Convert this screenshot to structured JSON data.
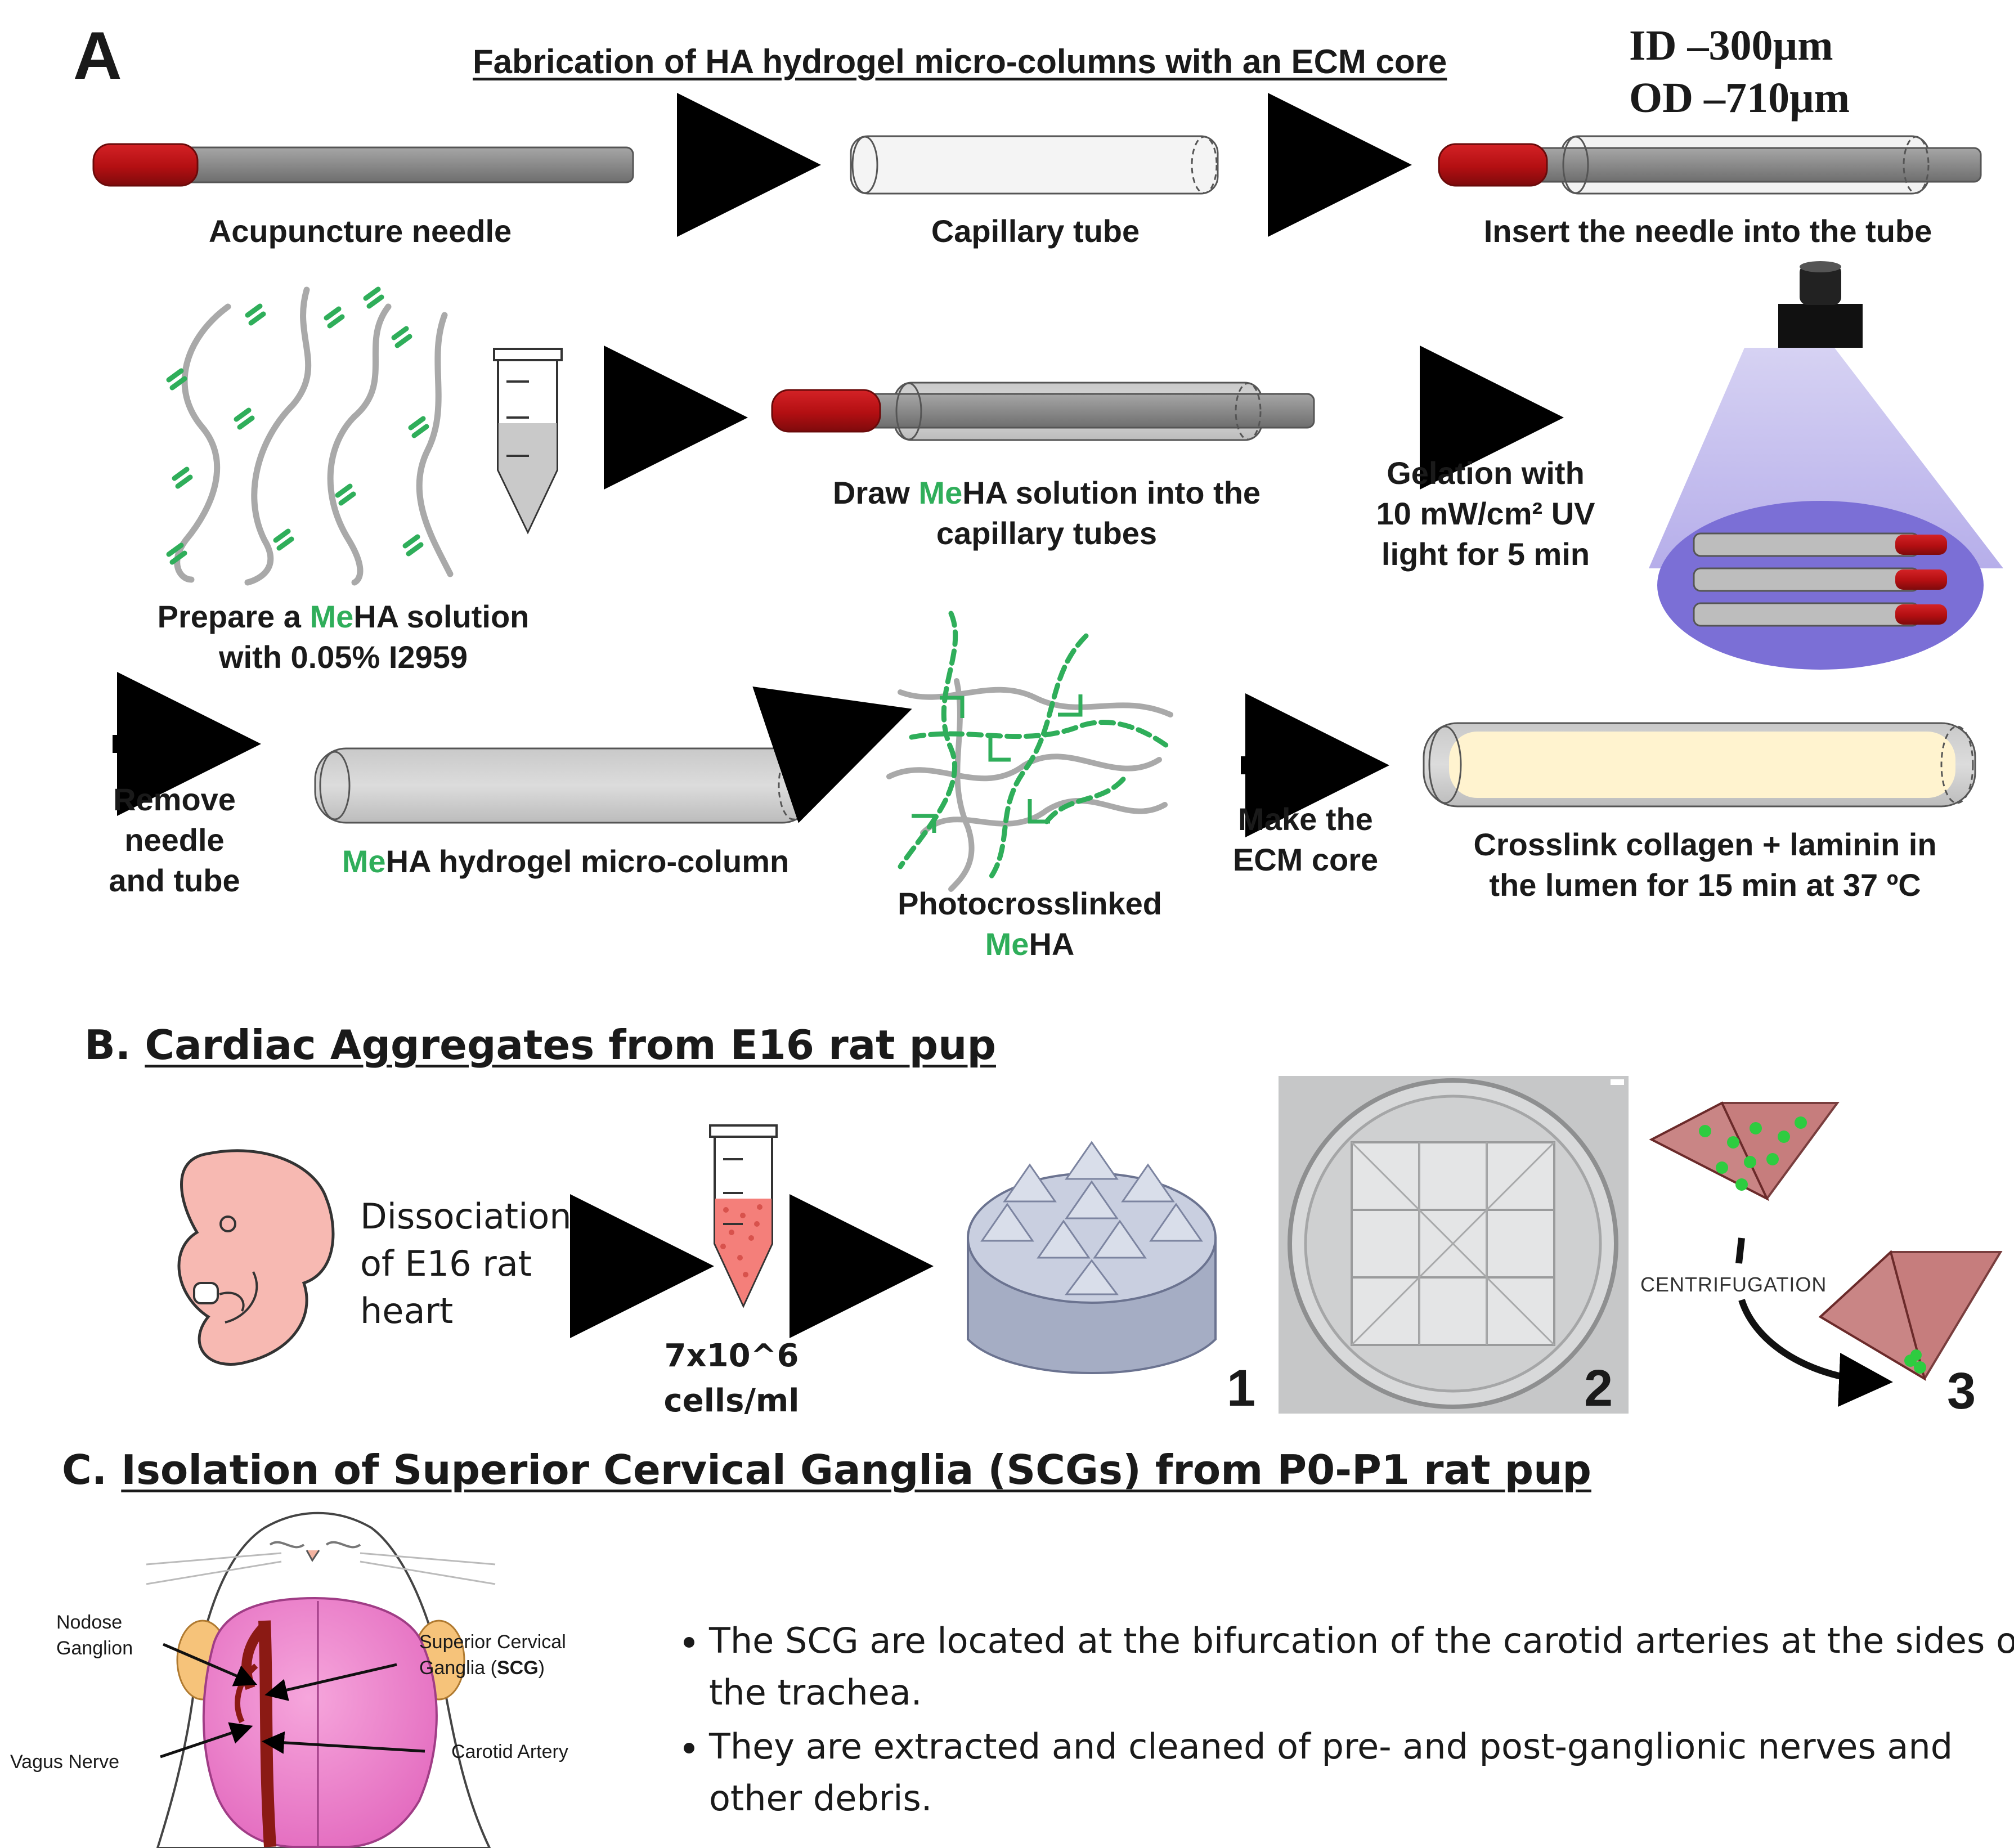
{
  "panel_a": {
    "letter": "A",
    "title": "Fabrication of HA hydrogel micro-columns with an ECM core",
    "dims": {
      "id": "ID –300µm",
      "od": "OD –710µm"
    },
    "steps": {
      "needle": "Acupuncture needle",
      "capillary": "Capillary tube",
      "insert": "Insert the needle into the tube",
      "prepare_1_pre": "Prepare a ",
      "prepare_1_hl": "Me",
      "prepare_1_post": "HA solution",
      "prepare_2": "with 0.05% I2959",
      "draw_1_pre": "Draw ",
      "draw_1_hl": "Me",
      "draw_1_post": "HA solution into the",
      "draw_2": "capillary tubes",
      "gel_1": "Gelation with",
      "gel_2": "10 mW/cm² UV",
      "gel_3": "light for 5 min",
      "remove_1": "Remove",
      "remove_2": "needle",
      "remove_3": "and tube",
      "column_hl": "Me",
      "column_post": "HA hydrogel micro-column",
      "photo_1": "Photocrosslinked",
      "photo_2_hl": "Me",
      "photo_2_post": "HA",
      "ecm_1": "Make the",
      "ecm_2": "ECM core",
      "crosslink_1": "Crosslink collagen + laminin  in",
      "crosslink_2": "the lumen for 15 min at 37 ºC"
    }
  },
  "panel_b": {
    "letter": "B.",
    "title": "Cardiac Aggregates from E16 rat pup",
    "dissoc_1": "Dissociation",
    "dissoc_2": "of E16 rat",
    "dissoc_3": "heart",
    "conc_1": "7x10^6",
    "conc_2": "cells/ml",
    "n1": "1",
    "n2": "2",
    "n3": "3",
    "centrifugation": "CENTRIFUGATION"
  },
  "panel_c": {
    "letter": "C.",
    "title": "Isolation of Superior Cervical Ganglia (SCGs) from P0-P1 rat pup",
    "nodose_1": "Nodose",
    "nodose_2": "Ganglion",
    "vagus": "Vagus Nerve",
    "scg_1": "Superior Cervical",
    "scg_2_pre": "Ganglia (",
    "scg_2_bold": "SCG",
    "scg_2_post": ")",
    "carotid": "Carotid Artery",
    "bullets": [
      "The SCG are located at the bifurcation of the carotid arteries at the sides of the trachea.",
      "They are extracted and cleaned of pre- and post-ganglionic nerves and other debris."
    ]
  },
  "colors": {
    "needle_red": "#b30f12",
    "needle_gray": "#8c8c8c",
    "meha_green": "#2fae5a",
    "uv_purple": "#7b6fd6",
    "cell_pink": "#f47f7a",
    "ecm_yellow": "#fff3cf"
  }
}
